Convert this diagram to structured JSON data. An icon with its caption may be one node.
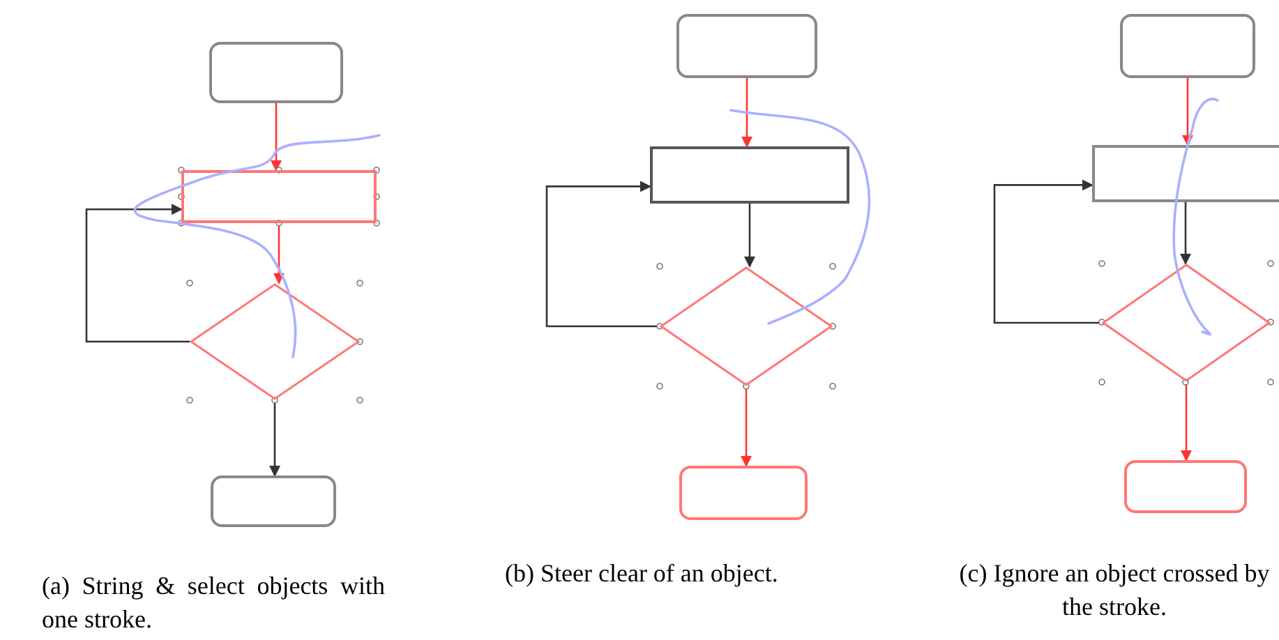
{
  "diagram": {
    "nodes": [
      {
        "text": [],
        "shape": "box"
      },
      {
        "text": [],
        "shape": "box"
      },
      {
        "text": [],
        "shape": "diamond"
      },
      {
        "text": [],
        "shape": "box"
      },
      {
        "text": [],
        "shape": "box"
      },
      {
        "text": [],
        "shape": "box"
      },
      {
        "text": [],
        "shape": "diamond"
      },
      {
        "text": [],
        "shape": "box"
      },
      {
        "text": [],
        "shape": "box"
      },
      {
        "text": [],
        "shape": "box"
      },
      {
        "text": [],
        "shape": "diamond"
      },
      {
        "text": [],
        "shape": "box"
      }
    ],
    "edges": [
      {
        "from": 0,
        "to": 1,
        "arrow": "to",
        "color": "#ff3333"
      },
      {
        "from": 1,
        "to": 2,
        "arrow": "to",
        "color": "#ff3333"
      },
      {
        "from": 2,
        "to": 1,
        "arrow": "to",
        "color": "#333333"
      },
      {
        "from": 2,
        "to": 3,
        "arrow": "to",
        "color": "#333333"
      },
      {
        "from": 4,
        "to": 5,
        "arrow": "to",
        "color": "#ff3333"
      },
      {
        "from": 5,
        "to": 6,
        "arrow": "to",
        "color": "#333333"
      },
      {
        "from": 6,
        "to": 5,
        "arrow": "to",
        "color": "#333333"
      },
      {
        "from": 6,
        "to": 7,
        "arrow": "to",
        "color": "#ff3333"
      },
      {
        "from": 8,
        "to": 9,
        "arrow": "to",
        "color": "#ff3333"
      },
      {
        "from": 9,
        "to": 10,
        "arrow": "to",
        "color": "#333333"
      },
      {
        "from": 10,
        "to": 9,
        "arrow": "to",
        "color": "#333333"
      },
      {
        "from": 10,
        "to": 11,
        "arrow": "to",
        "color": "#ff3333"
      }
    ],
    "labels": [
      "(a) String & select objects with one stroke.",
      "(b) Steer clear of an object.",
      "(c) Ignore an object crossed by the stroke."
    ]
  }
}
